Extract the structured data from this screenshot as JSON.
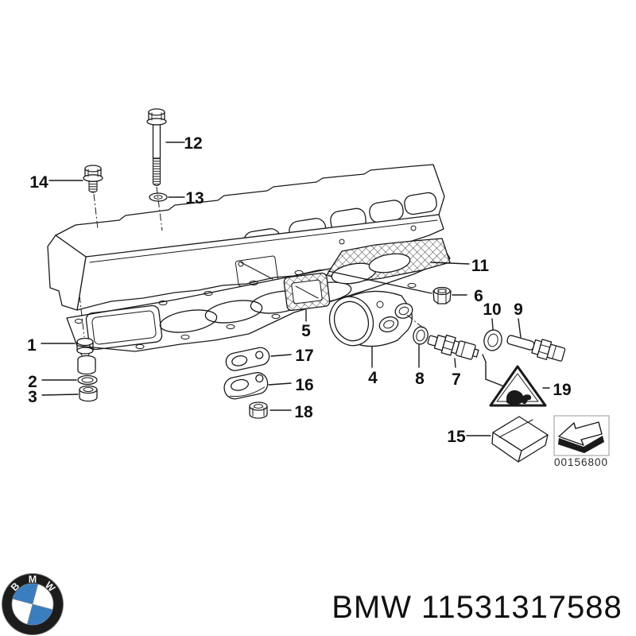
{
  "colors": {
    "background": "#ffffff",
    "line_color": "#1a1a1a",
    "logo_blue": "#3a7ec0",
    "logo_black": "#1c1c1c"
  },
  "diagram": {
    "description": "BMW exploded parts diagram - cylinder head gasket set with numbered callouts",
    "stamp_code": "00156800",
    "callouts": [
      {
        "label": "1"
      },
      {
        "label": "2"
      },
      {
        "label": "3"
      },
      {
        "label": "4"
      },
      {
        "label": "5"
      },
      {
        "label": "6"
      },
      {
        "label": "7"
      },
      {
        "label": "8"
      },
      {
        "label": "9"
      },
      {
        "label": "10"
      },
      {
        "label": "11"
      },
      {
        "label": "12"
      },
      {
        "label": "13"
      },
      {
        "label": "14"
      },
      {
        "label": "15"
      },
      {
        "label": "16"
      },
      {
        "label": "17"
      },
      {
        "label": "18"
      },
      {
        "label": "19"
      }
    ]
  },
  "footer": {
    "caption": "BMW 11531317588"
  },
  "logo": {
    "letters": [
      "B",
      "M",
      "W"
    ]
  }
}
